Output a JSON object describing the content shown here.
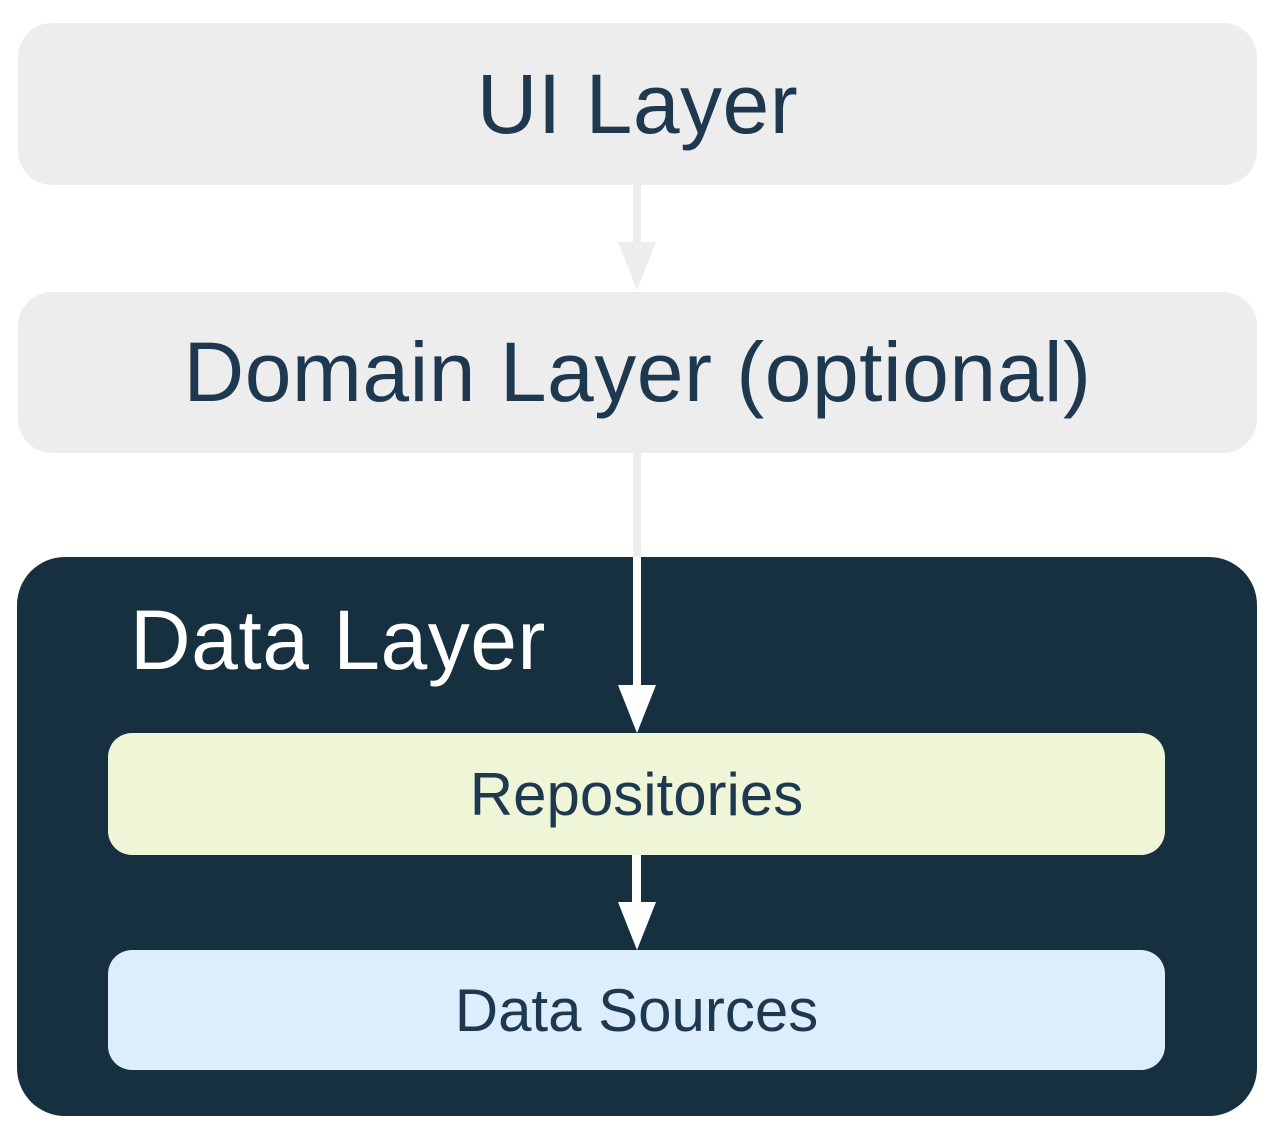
{
  "diagram": {
    "type": "layered-architecture",
    "nodes": {
      "ui_layer": {
        "label": "UI Layer"
      },
      "domain_layer": {
        "label": "Domain Layer (optional)"
      },
      "data_layer": {
        "label": "Data Layer"
      },
      "repositories": {
        "label": "Repositories"
      },
      "data_sources": {
        "label": "Data Sources"
      }
    },
    "edges": [
      {
        "from": "ui_layer",
        "to": "domain_layer",
        "style": "gray-arrow"
      },
      {
        "from": "domain_layer",
        "to": "repositories",
        "style": "gray-to-white-arrow"
      },
      {
        "from": "repositories",
        "to": "data_sources",
        "style": "white-arrow"
      }
    ],
    "colors": {
      "background": "#FFFFFF",
      "layer_box_gray": "#EDEDED",
      "data_panel_navy": "#17303F",
      "repositories_cream": "#EFF5D7",
      "data_sources_blue": "#DCEDFB",
      "text_navy": "#1E3850",
      "text_white": "#FFFFFF"
    }
  }
}
